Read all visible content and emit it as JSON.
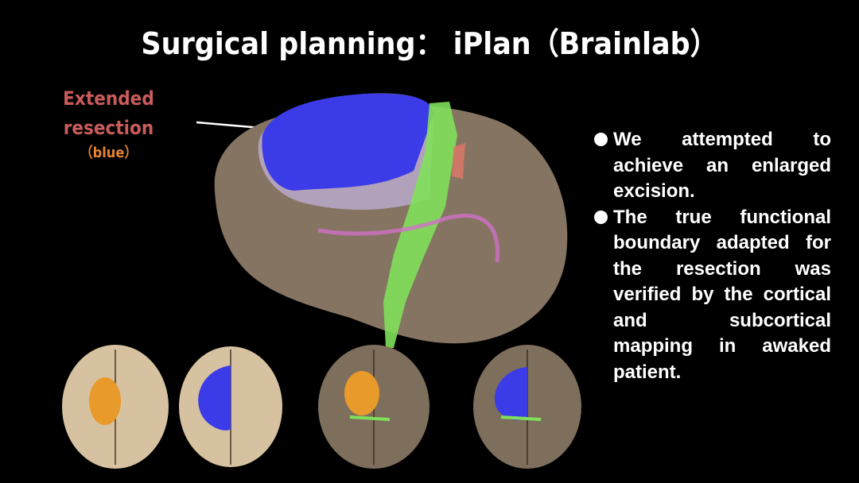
{
  "slide": {
    "title": "Surgical planning： iPlan（Brainlab）",
    "label": {
      "line1": "Extended",
      "line2": "resection",
      "sub": "（blue）"
    },
    "bullets": [
      "We attempted to achieve an enlarged excision.",
      "The true functional boundary adapted for the resection was verified by the cortical and subcortical mapping in awaked patient."
    ],
    "colors": {
      "label": "#c95b5b",
      "sub": "#e8852c",
      "resection": "#3b3be8",
      "tract": "#7fe05a",
      "brain": "#857461"
    }
  }
}
